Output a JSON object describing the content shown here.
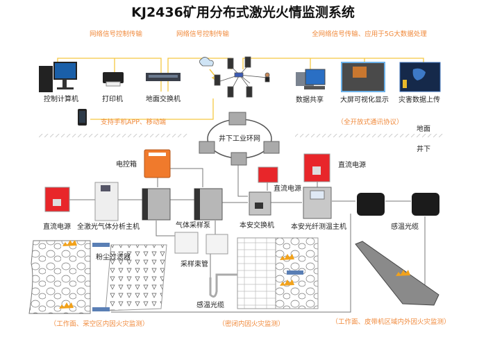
{
  "title": "KJ2436矿用分布式激光火情监测系统",
  "surface": {
    "link_labels": [
      "网络信号控制传输",
      "网络信号控制传输",
      "全网络信号传输、应用于5G大数据处理"
    ],
    "devices": [
      "控制计算机",
      "打印机",
      "地面交换机",
      "数据共享",
      "大屏可视化显示",
      "灾害数据上传"
    ],
    "mobile_label": "支持手机APP、移动端",
    "protocol_label": "（全开放式通讯协议）",
    "zone_label": "地面"
  },
  "underground": {
    "zone_label": "井下",
    "ring_label": "井下工业环网",
    "devices": {
      "electric_box": "电控箱",
      "dc_power_left": "直流电源",
      "gas_analyzer": "全激光气体分析主机",
      "gas_pump": "气体采样泵",
      "safe_switch": "本安交换机",
      "dc_power_mid": "直流电源",
      "dc_power_right": "直流电源",
      "fiber_host": "本安光纤测温主机",
      "cable_right": "感温光缆",
      "dust_filter": "粉尘过滤器",
      "sample_tube": "采样束管",
      "cable_bottom": "感温光缆"
    },
    "scenes": [
      "（工作面、采空区内因火灾监测）",
      "（密闭内因火灾监测）",
      "（工作面、皮带机区域内外因火灾监测）"
    ]
  },
  "colors": {
    "accent": "#f08a3c",
    "bracket": "#f5c842",
    "red_device": "#e8262a",
    "orange_device": "#f07a2c"
  }
}
